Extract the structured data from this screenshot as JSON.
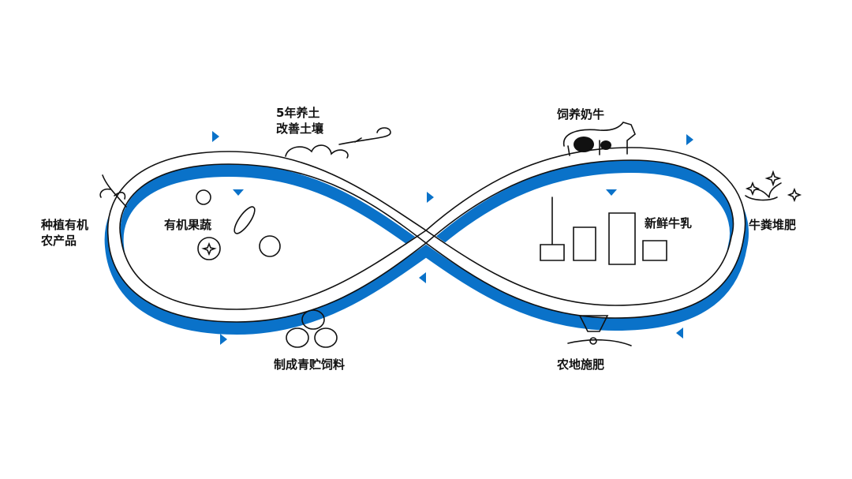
{
  "colors": {
    "ribbon": "#0a72c9",
    "line": "#111111"
  },
  "labels": {
    "improve_soil_line1": "5年养土",
    "improve_soil_line2": "改善土壤",
    "raise_cows": "饲养奶牛",
    "plant_organic_line1": "种植有机",
    "plant_organic_line2": "农产品",
    "organic_produce": "有机果蔬",
    "fresh_milk": "新鲜牛乳",
    "manure_compost": "牛粪堆肥",
    "silage": "制成青贮饲料",
    "fertilize": "农地施肥"
  }
}
